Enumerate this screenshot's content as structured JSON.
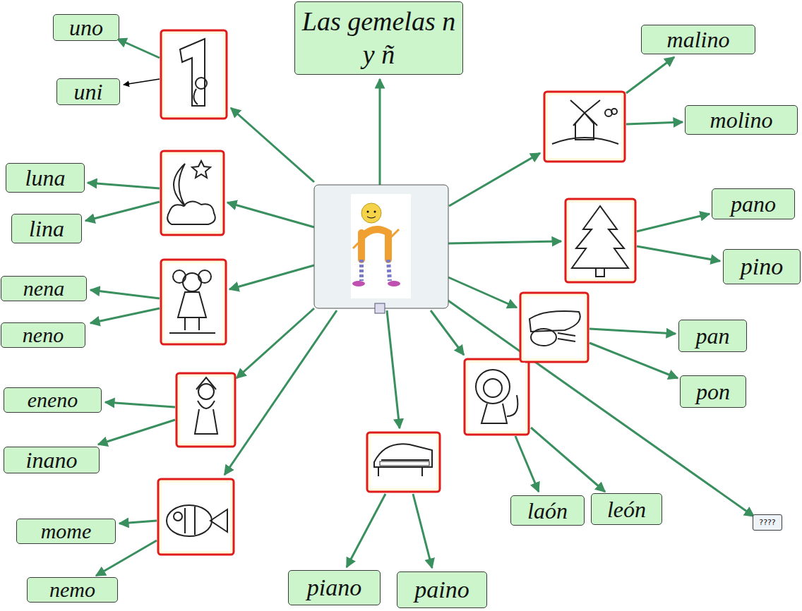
{
  "diagram": {
    "nodes": [
      {
        "text": [
          "Las gemelas n y ñ"
        ]
      },
      {
        "text": [
          "uno"
        ]
      },
      {
        "text": [
          "uni"
        ]
      },
      {
        "text": [
          "malino"
        ]
      },
      {
        "text": [
          "molino"
        ]
      },
      {
        "text": [
          "luna"
        ]
      },
      {
        "text": [
          "lina"
        ]
      },
      {
        "text": [
          "pano"
        ]
      },
      {
        "text": [
          "pino"
        ]
      },
      {
        "text": [
          "nena"
        ]
      },
      {
        "text": [
          "neno"
        ]
      },
      {
        "text": [
          "pan"
        ]
      },
      {
        "text": [
          "pon"
        ]
      },
      {
        "text": [
          "eneno"
        ]
      },
      {
        "text": [
          "inano"
        ]
      },
      {
        "text": [
          "mome"
        ]
      },
      {
        "text": [
          "nemo"
        ]
      },
      {
        "text": [
          "laón"
        ]
      },
      {
        "text": [
          "león"
        ]
      },
      {
        "text": [
          "piano"
        ]
      },
      {
        "text": [
          "paino"
        ]
      },
      {
        "text": [
          "????"
        ]
      }
    ]
  }
}
